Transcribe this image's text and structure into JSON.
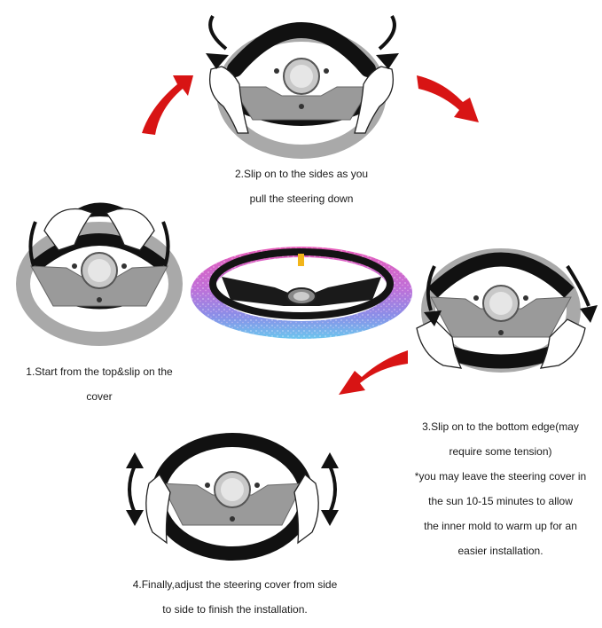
{
  "steps": [
    {
      "caption_line1": "2.Slip on to the sides as you",
      "caption_line2": "pull the steering down"
    },
    {
      "caption_line1": "1.Start from the top&slip on the",
      "caption_line2": "cover"
    },
    {
      "caption_line1": "3.Slip on to the bottom edge(may",
      "caption_line2": "require some tension)",
      "note_line1": "*you may leave the steering cover in",
      "note_line2": "the sun 10-15 minutes to allow",
      "note_line3": "the inner mold to warm up for an",
      "note_line4": "easier installation."
    },
    {
      "caption_line1": "4.Finally,adjust the steering cover from side",
      "caption_line2": "to side to finish the installation."
    }
  ],
  "colors": {
    "arrow_red": "#d81414",
    "wheel_gray": "#a9a9a9",
    "cover_black": "#111111",
    "hub_gray": "#c8c8c8"
  },
  "icons": [
    "steering-wheel-icon",
    "hand-icon",
    "curved-arrow-icon",
    "red-arrow-icon"
  ]
}
